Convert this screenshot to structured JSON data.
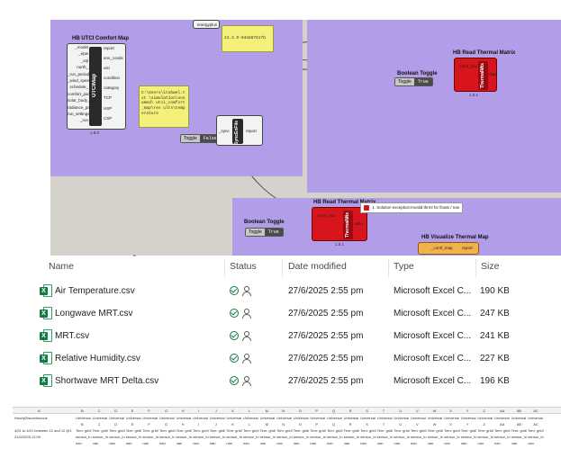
{
  "canvas": {
    "utci_component": {
      "title": "HB UTCI Comfort Map",
      "core_label": "UTCIMap",
      "inputs": [
        "_model",
        "_epw",
        "_sql",
        "north_",
        "_run_period",
        "_wind_speed",
        "schedule_",
        "comfort_par",
        "solar_body_par",
        "radiance_par",
        "run_settings_",
        "_run"
      ],
      "outputs": [
        "report",
        "env_conds",
        "utci",
        "condition",
        "category",
        "TCP",
        "HSP",
        "CSP"
      ],
      "version": "1.8.0"
    },
    "energyplus_label": "energyplus",
    "version_panel": "24.2.0-94a887617b",
    "path_panel": "C:\\Users\\ituhwel.txt \\simulation\\unnamed\\ utci_comfort_map\\res ults\\temperature",
    "sync_component": {
      "core_label": "SyncEnFile",
      "input": "_sync",
      "output": "report"
    },
    "toggle_false": {
      "name": "Toggle",
      "value": "False"
    },
    "read_thermal_top": {
      "title": "HB Read Thermal Matrix",
      "core_label": "ThermalMtx",
      "input": "_comf_mtx",
      "output": "data",
      "version": "1.8.1"
    },
    "boolean_toggle_top": {
      "title": "Boolean Toggle",
      "name": "Toggle",
      "value": "True"
    },
    "read_thermal_bottom": {
      "title": "HB Read Thermal Matrix",
      "core_label": "ThermalMtx",
      "input": "_comf_mtx",
      "output": "data",
      "version": "1.8.1"
    },
    "boolean_toggle_bottom": {
      "title": "Boolean Toggle",
      "name": "Toggle",
      "value": "True"
    },
    "error_message": "1. Solution exception:Invalid thrml for floats / nan",
    "visualize": {
      "title": "HB Visualize Thermal Map",
      "input": "_comf_map",
      "output": "report"
    },
    "colors": {
      "group": "#b29ee8",
      "canvas": "#d5d2cb",
      "red": "#d8151c",
      "panel": "#f4f07a",
      "orange_wire": "#ff6a2f"
    }
  },
  "explorer": {
    "columns": [
      "Name",
      "Status",
      "Date modified",
      "Type",
      "Size"
    ],
    "sort_icon": "chevron-up-icon",
    "files": [
      {
        "name": "Air Temperature.csv",
        "date": "27/6/2025 2:55 pm",
        "type": "Microsoft Excel C...",
        "size": "190 KB"
      },
      {
        "name": "Longwave MRT.csv",
        "date": "27/6/2025 2:55 pm",
        "type": "Microsoft Excel C...",
        "size": "247 KB"
      },
      {
        "name": "MRT.csv",
        "date": "27/6/2025 2:55 pm",
        "type": "Microsoft Excel C...",
        "size": "241 KB"
      },
      {
        "name": "Relative Humidity.csv",
        "date": "27/6/2025 2:55 pm",
        "type": "Microsoft Excel C...",
        "size": "227 KB"
      },
      {
        "name": "Shortwave MRT Delta.csv",
        "date": "27/6/2025 2:55 pm",
        "type": "Microsoft Excel C...",
        "size": "196 KB"
      }
    ],
    "accent": "#107c41"
  },
  "excel": {
    "col_headers": [
      "A",
      "B",
      "C",
      "D",
      "E",
      "F",
      "G",
      "H",
      "I",
      "J",
      "K",
      "L",
      "M",
      "N",
      "O",
      "P",
      "Q",
      "R",
      "S",
      "T",
      "U",
      "V",
      "W",
      "X",
      "Y",
      "Z",
      "AA",
      "AB",
      "AC"
    ],
    "row_label": "HourlyDiscontinuous",
    "row_period": "4/21 to 4/21 between 12 and 12 @1",
    "row_date": "21/4/2025 12:00",
    "header_value": "Universal",
    "grid_value": "Tem: grid!",
    "sensor_value": "sensor_In",
    "nan_value": "nan"
  }
}
